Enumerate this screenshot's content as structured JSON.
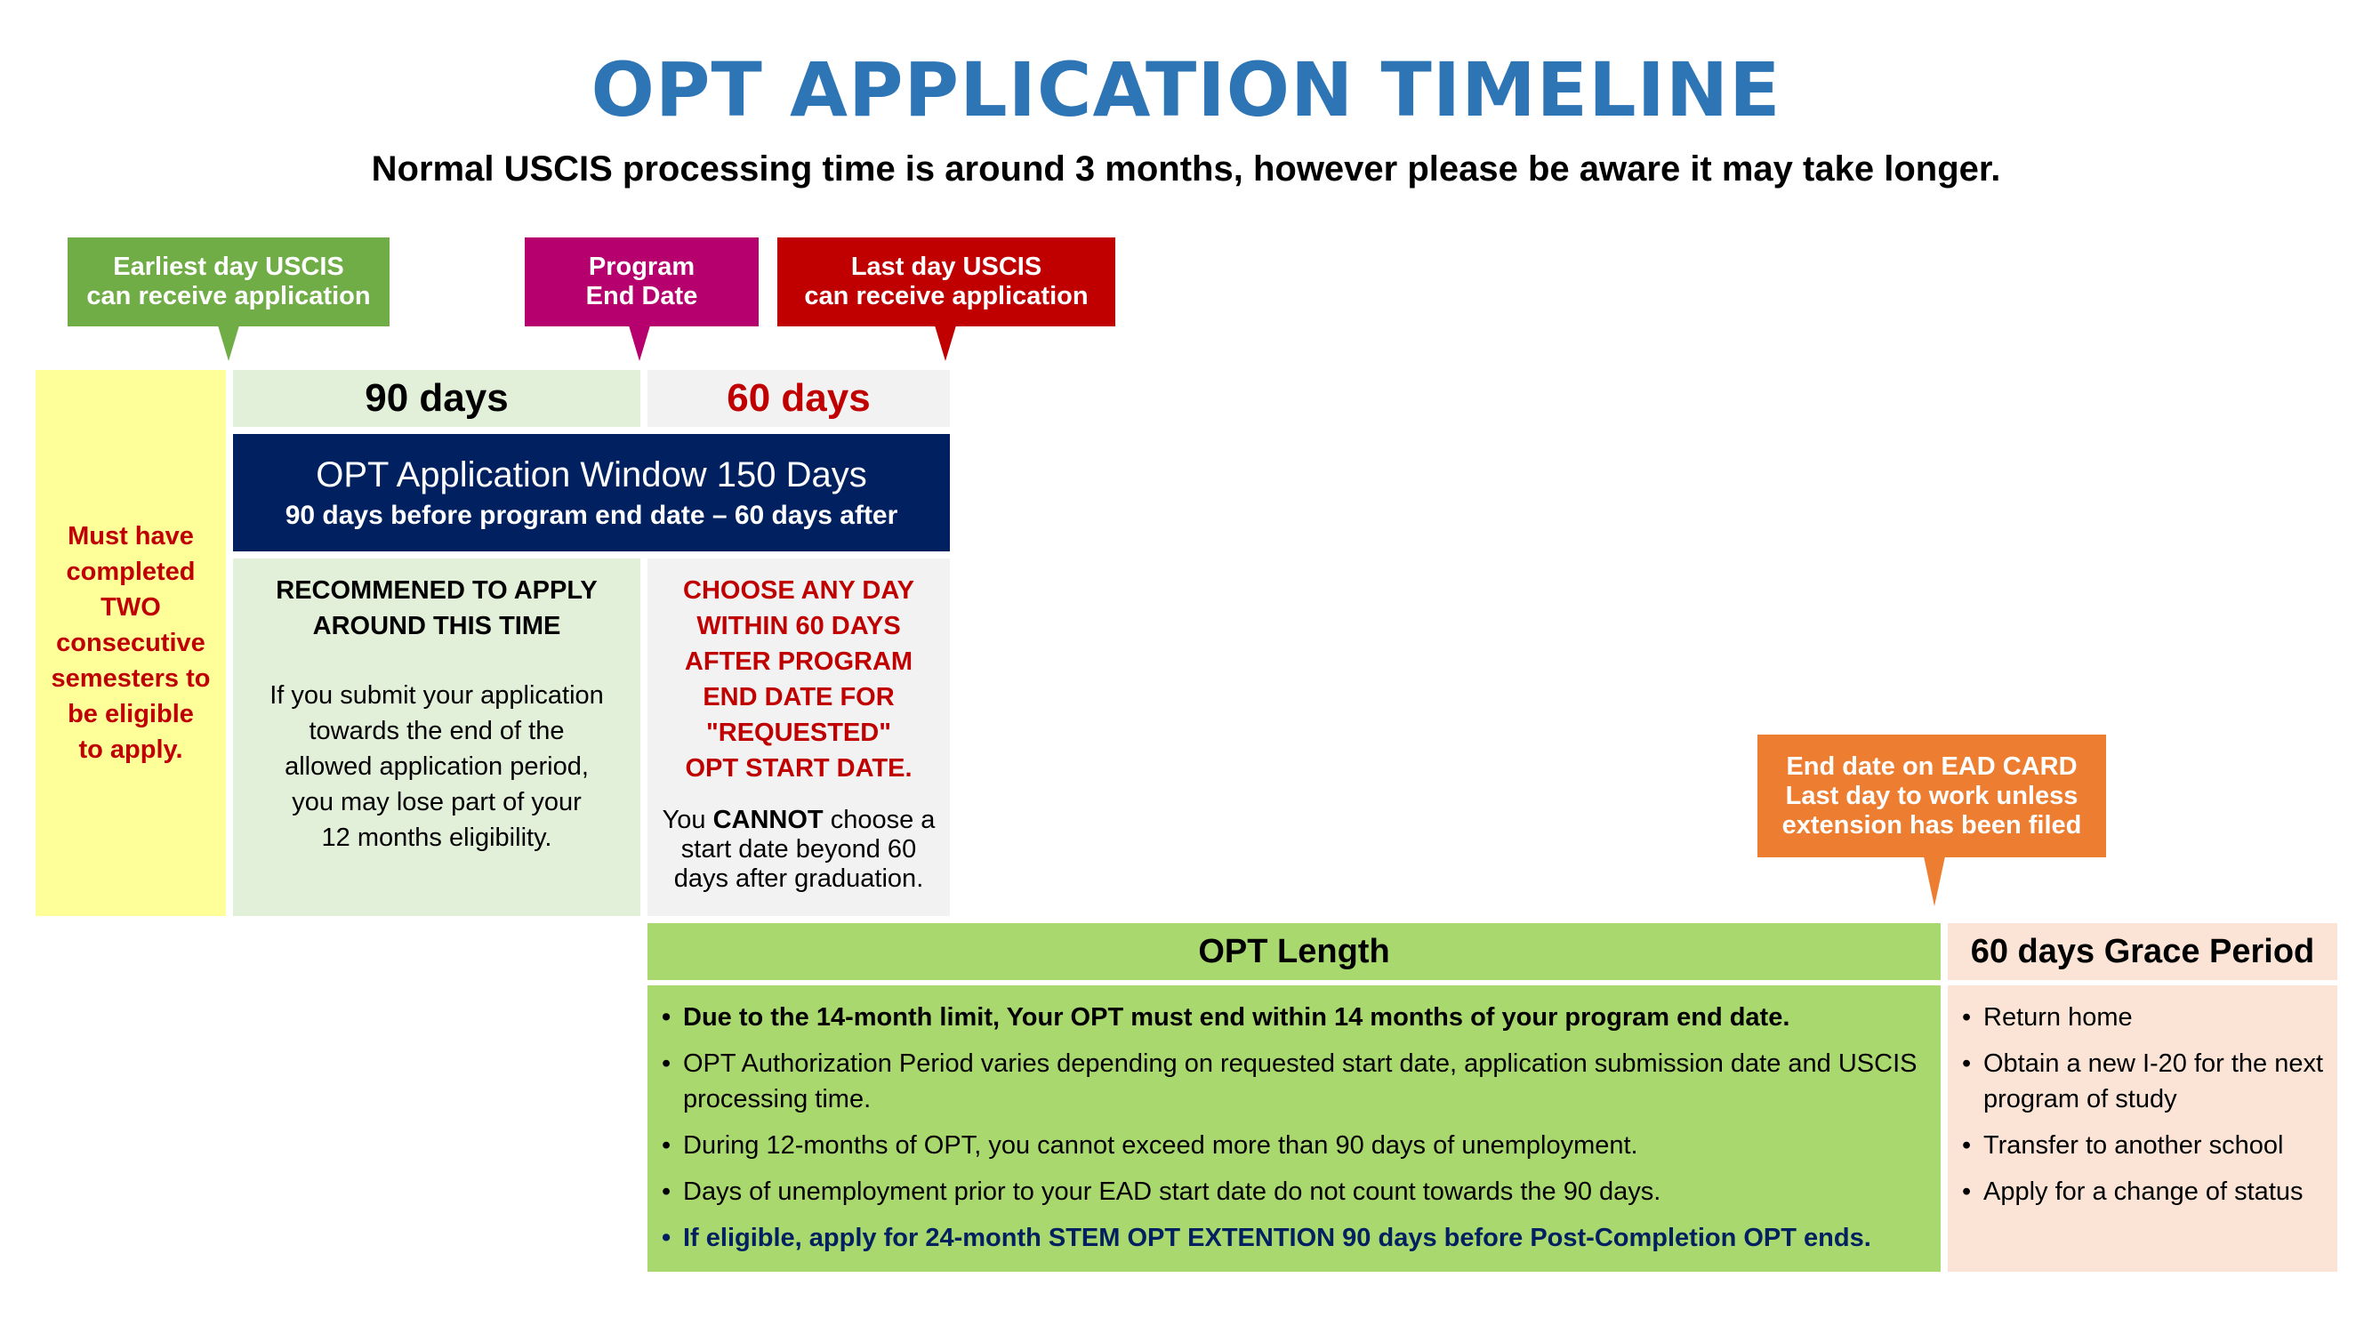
{
  "title": "OPT APPLICATION TIMELINE",
  "subtitle": "Normal USCIS processing time is around 3 months, however please be aware it may take longer.",
  "callouts": {
    "earliest": {
      "line1": "Earliest day USCIS",
      "line2": "can receive application",
      "color": "#70AD47"
    },
    "program_end": {
      "line1": "Program",
      "line2": "End Date",
      "color": "#B5006E"
    },
    "last_day": {
      "line1": "Last day USCIS",
      "line2": "can receive application",
      "color": "#C00000"
    },
    "ead_end": {
      "line1": "End date on EAD CARD",
      "line2": "Last day to work unless",
      "line3": "extension has been filed",
      "color": "#ED7D31"
    }
  },
  "eligibility": {
    "lines": [
      "Must have",
      "completed",
      "TWO",
      "consecutive",
      "semesters to",
      "be eligible",
      "to apply."
    ],
    "color": "#C00000",
    "bg": "#FFFF99"
  },
  "window": {
    "days_before": "90 days",
    "days_after": "60 days",
    "banner_title": "OPT Application Window 150 Days",
    "banner_sub": "90 days before program end date – 60 days after",
    "banner_color": "#002060"
  },
  "recommended": {
    "heading_line1": "RECOMMENED TO APPLY",
    "heading_line2": "AROUND THIS TIME",
    "body": [
      "If you submit your application",
      "towards the end of the",
      "allowed application period,",
      "you may lose part of your",
      "12 months eligibility."
    ]
  },
  "choose": {
    "lines": [
      "CHOOSE ANY DAY",
      "WITHIN 60 DAYS",
      "AFTER PROGRAM",
      "END DATE FOR",
      "\"REQUESTED\"",
      "OPT START DATE."
    ],
    "note_pre": "You ",
    "note_bold": "CANNOT",
    "note_post": " choose a",
    "note_line2": "start date beyond 60",
    "note_line3": "days after graduation."
  },
  "opt_length": {
    "heading": "OPT Length",
    "bullets": [
      "Due to the 14-month limit, Your OPT must end within 14 months of your program end date.",
      "OPT Authorization Period varies depending on requested start date, application submission date and USCIS processing time.",
      "During 12-months of OPT, you cannot exceed more than 90 days of unemployment.",
      "Days of unemployment prior to your EAD start date do not count towards the 90 days.",
      "If eligible, apply for 24-month STEM OPT EXTENTION 90 days before Post-Completion OPT ends."
    ]
  },
  "grace": {
    "heading": "60 days Grace Period",
    "bullets": [
      "Return home",
      "Obtain a new I-20 for the next program of study",
      "Transfer to another school",
      "Apply for a change of status"
    ]
  }
}
